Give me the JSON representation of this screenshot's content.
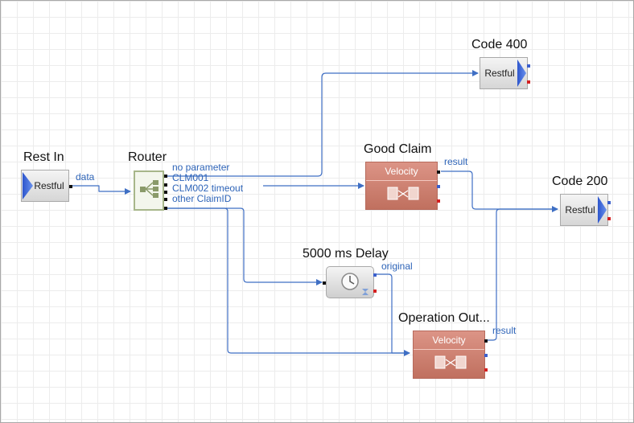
{
  "nodes": {
    "rest_in": {
      "title": "Rest In",
      "type": "Restful"
    },
    "router": {
      "title": "Router"
    },
    "code_400": {
      "title": "Code 400",
      "type": "Restful"
    },
    "good_claim": {
      "title": "Good Claim",
      "type": "Velocity"
    },
    "code_200": {
      "title": "Code 200",
      "type": "Restful"
    },
    "delay": {
      "title": "5000 ms Delay"
    },
    "operation_out": {
      "title": "Operation Out...",
      "type": "Velocity"
    }
  },
  "ports": {
    "rest_in_out": "data",
    "router_route_1": "no parameter",
    "router_route_2": "CLM001",
    "router_route_3": "CLM002 timeout",
    "router_route_4": "other ClaimID",
    "good_claim_out": "result",
    "delay_out": "original",
    "operation_out_out": "result"
  },
  "colors": {
    "connector": "#3f6fc4",
    "port_label": "#2e64b8",
    "velocity_fill": "#cf8474",
    "router_border": "#a7b68a",
    "grid": "#ececec"
  },
  "icons": {
    "restful": "blue-arrow-icon",
    "router": "router-icon",
    "velocity": "velocity-transform-icon",
    "delay": "clock-hourglass-icon"
  }
}
